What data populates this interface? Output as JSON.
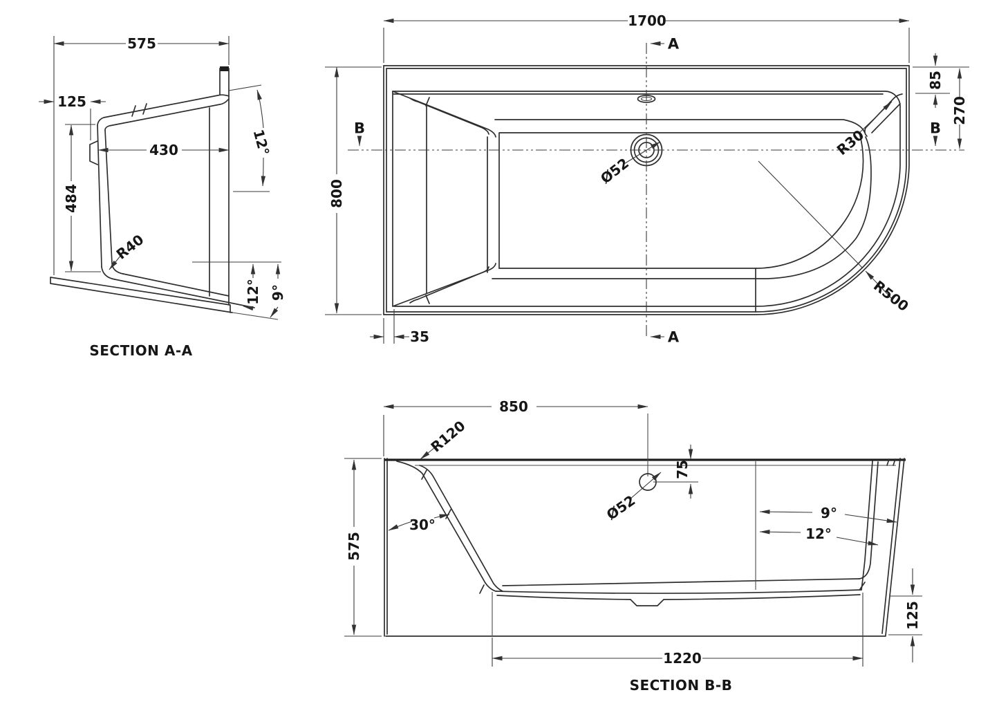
{
  "drawing": {
    "type": "technical-drawing",
    "subject": "corner bathtub dimensioned drawing",
    "line_color": "#2e2e2e",
    "background": "#ffffff",
    "section_a": {
      "title": "SECTION A-A",
      "overall_width": "575",
      "rim_offset": "125",
      "inner_width": "430",
      "depth": "484",
      "floor_radius": "R40",
      "rim_slope_angle": "12°",
      "bottom_angle": "12°",
      "base_angle": "9°"
    },
    "plan": {
      "length": "1700",
      "width": "800",
      "drain_diameter": "Ø52",
      "seat_corner_radius": "R30",
      "end_radius": "R500",
      "back_rim_width": "85",
      "drain_offset_from_back": "270",
      "front_rim_width": "35",
      "section_a_marker": "A",
      "section_b_marker": "B"
    },
    "section_b": {
      "title": "SECTION B-B",
      "drain_position": "850",
      "backrest_radius": "R120",
      "height": "575",
      "backrest_angle": "30°",
      "overflow_diameter": "Ø52",
      "overflow_offset": "75",
      "outer_wall_angle": "9°",
      "inner_wall_angle": "12°",
      "plinth_height": "125",
      "base_length": "1220"
    }
  }
}
